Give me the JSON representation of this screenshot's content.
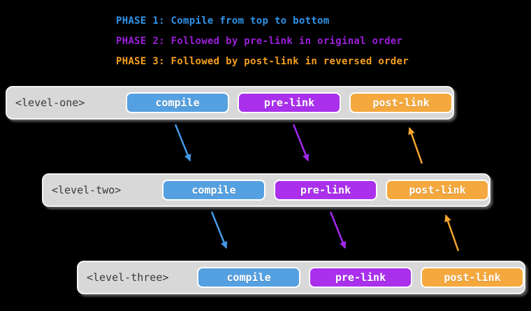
{
  "colors": {
    "background": "#000000",
    "row_bg": "#d8d8d8",
    "compile": "#55a0e0",
    "prelink": "#aa30ec",
    "postlink": "#f4a83e",
    "phase1_text": "#3093e8",
    "phase2_text": "#9b1fd8",
    "phase3_text": "#f59f1f",
    "arrow_compile": "#459ae8",
    "arrow_prelink": "#a428ec",
    "arrow_postlink": "#f5a52f"
  },
  "phases": [
    {
      "text": "PHASE 1: Compile from top to bottom"
    },
    {
      "text": "PHASE 2: Followed by pre-link in original order"
    },
    {
      "text": "PHASE 3: Followed by post-link in reversed order"
    }
  ],
  "rows": [
    {
      "tag": "<level-one>",
      "buttons": [
        {
          "label": "compile"
        },
        {
          "label": "pre-link"
        },
        {
          "label": "post-link"
        }
      ]
    },
    {
      "tag": "<level-two>",
      "buttons": [
        {
          "label": "compile"
        },
        {
          "label": "pre-link"
        },
        {
          "label": "post-link"
        }
      ]
    },
    {
      "tag": "<level-three>",
      "buttons": [
        {
          "label": "compile"
        },
        {
          "label": "pre-link"
        },
        {
          "label": "post-link"
        }
      ]
    }
  ]
}
